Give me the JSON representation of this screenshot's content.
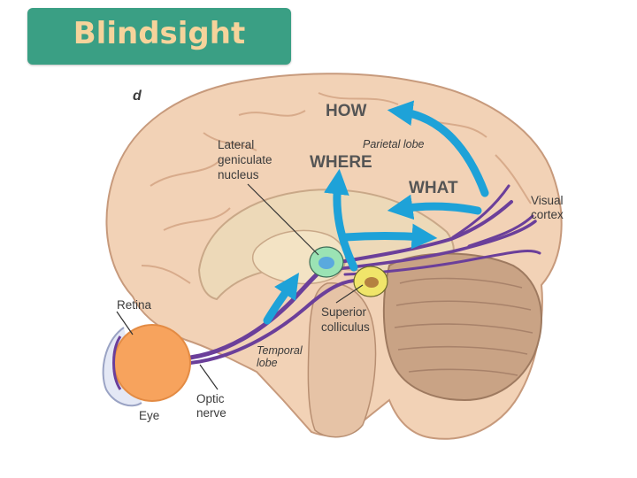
{
  "title": "Blindsight",
  "figure": {
    "panel_letter": "d",
    "labels": {
      "how": "HOW",
      "where": "WHERE",
      "what": "WHAT",
      "parietal_lobe": "Parietal lobe",
      "lgn_1": "Lateral",
      "lgn_2": "geniculate",
      "lgn_3": "nucleus",
      "visual_cortex_1": "Visual",
      "visual_cortex_2": "cortex",
      "retina": "Retina",
      "superior_colliculus_1": "Superior",
      "superior_colliculus_2": "colliculus",
      "temporal_lobe_1": "Temporal",
      "temporal_lobe_2": "lobe",
      "optic_nerve_1": "Optic",
      "optic_nerve_2": "nerve",
      "eye": "Eye"
    },
    "colors": {
      "title_bg": "#3a9f84",
      "title_text": "#f6d39b",
      "brain_tissue": "#f2d2b6",
      "pathway": "#6b3f9a",
      "arrow": "#1ea2d8",
      "lgn_marker": "#9be3b4",
      "colliculus_marker": "#f0e56a",
      "eye_iris": "#f7a35d"
    }
  }
}
